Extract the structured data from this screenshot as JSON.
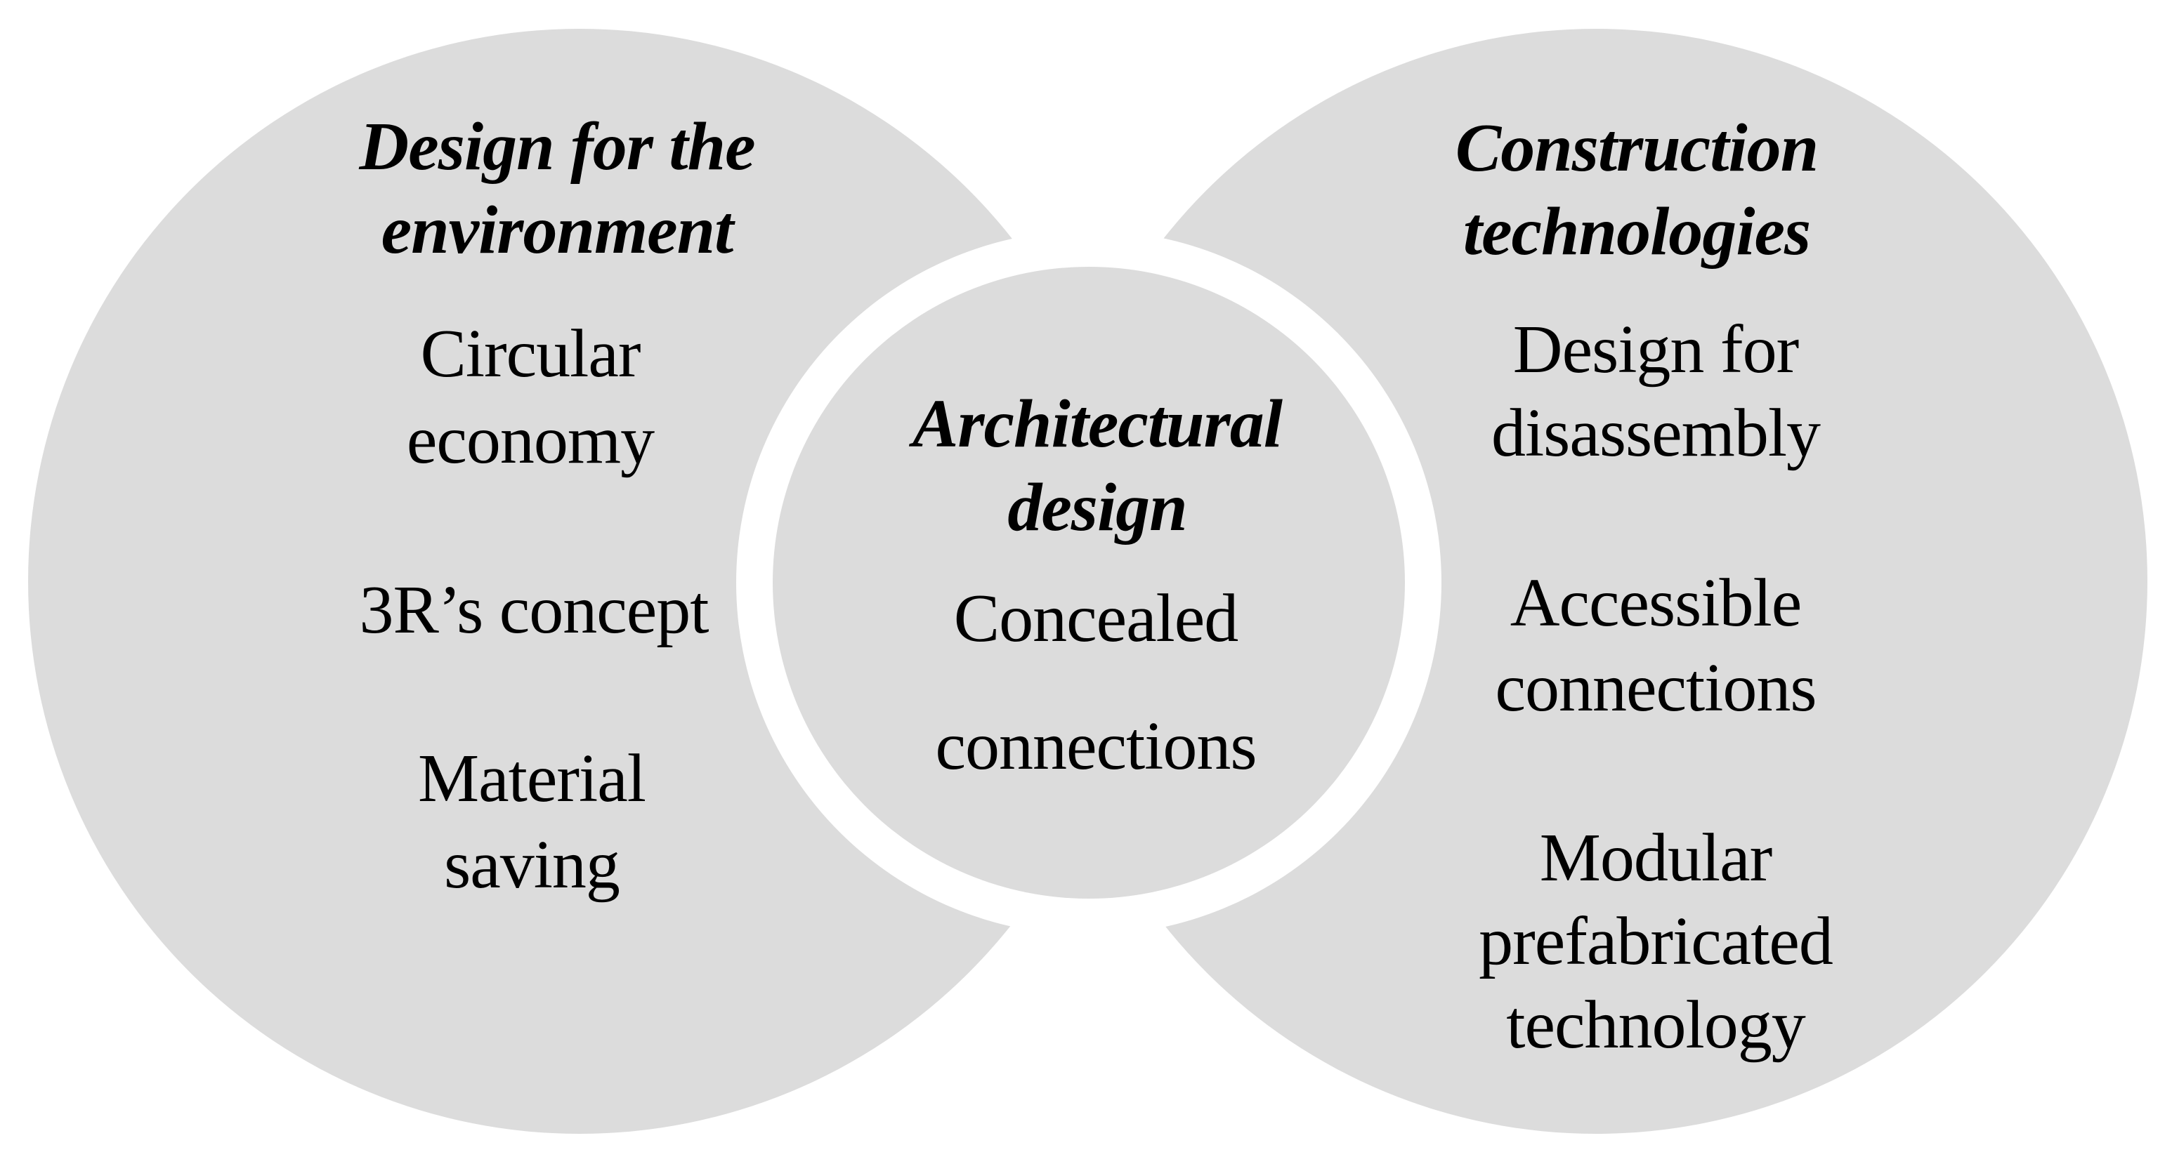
{
  "diagram": {
    "type": "three-circle concept diagram",
    "fill_color": "#dcdcdc",
    "text_color": "#000000",
    "left": {
      "title_lines": [
        "Design for the",
        "environment"
      ],
      "items": [
        {
          "lines": [
            "Circular",
            "economy"
          ]
        },
        {
          "lines": [
            "3R’s concept"
          ]
        },
        {
          "lines": [
            "Material",
            "saving"
          ]
        }
      ]
    },
    "center": {
      "title_lines": [
        "Architectural",
        "design"
      ],
      "items": [
        {
          "lines": [
            "Concealed",
            "connections"
          ]
        }
      ]
    },
    "right": {
      "title_lines": [
        "Construction",
        "technologies"
      ],
      "items": [
        {
          "lines": [
            "Design for",
            "disassembly"
          ]
        },
        {
          "lines": [
            "Accessible",
            "connections"
          ]
        },
        {
          "lines": [
            "Modular",
            "prefabricated",
            "technology"
          ]
        }
      ]
    }
  }
}
